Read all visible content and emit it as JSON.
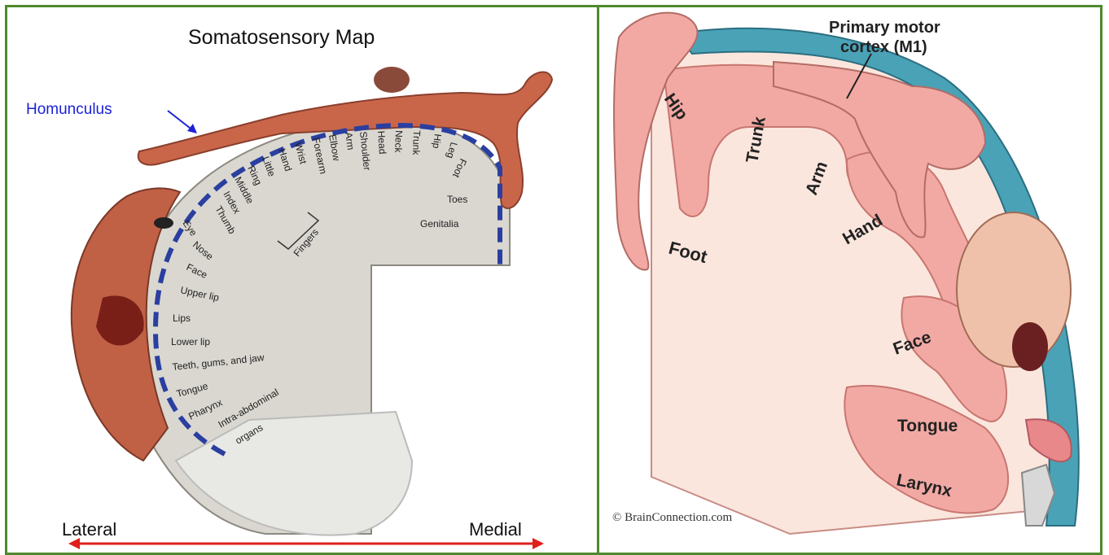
{
  "left_panel": {
    "title": "Somatosensory Map",
    "homunculus_label": "Homunculus",
    "lateral_label": "Lateral",
    "medial_label": "Medial",
    "body_parts": [
      "Hand",
      "Little",
      "Ring",
      "Middle",
      "Index",
      "Thumb",
      "Wrist",
      "Forearm",
      "Elbow",
      "Arm",
      "Shoulder",
      "Head",
      "Neck",
      "Trunk",
      "Hip",
      "Leg",
      "Foot",
      "Toes",
      "Genitalia",
      "Eye",
      "Nose",
      "Face",
      "Upper lip",
      "Lips",
      "Lower lip",
      "Teeth, gums, and jaw",
      "Tongue",
      "Pharynx",
      "Intra-abdominal",
      "organs",
      "Fingers"
    ],
    "colors": {
      "homunculus_text": "#1b22d6",
      "arrow": "#e0201a",
      "dash": "#2a3fa0",
      "skin": "#c9664a"
    }
  },
  "right_panel": {
    "title_line1": "Primary motor",
    "title_line2": "cortex (M1)",
    "regions": [
      "Hip",
      "Trunk",
      "Arm",
      "Hand",
      "Foot",
      "Face",
      "Tongue",
      "Larynx"
    ],
    "copyright": "© BrainConnection.com",
    "colors": {
      "cortex": "#f2a9a3",
      "surface": "#4aa2b7",
      "white_matter": "#fbe6dd"
    }
  }
}
